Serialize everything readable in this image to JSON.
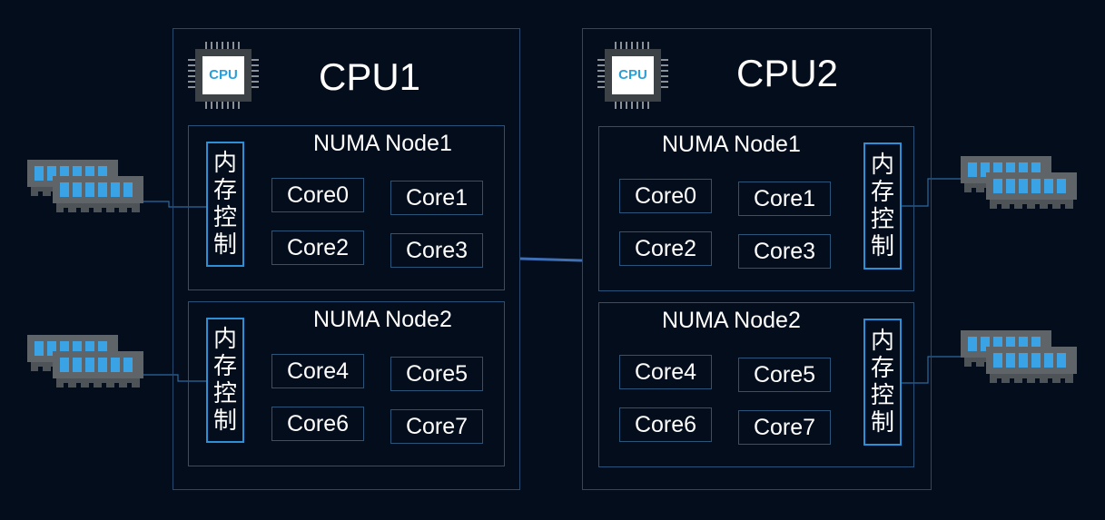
{
  "cpus": [
    {
      "title": "CPU1",
      "chip_label": "CPU",
      "nodes": [
        {
          "title": "NUMA Node1",
          "memctl": [
            "内",
            "存",
            "控",
            "制"
          ],
          "cores": [
            "Core0",
            "Core1",
            "Core2",
            "Core3"
          ]
        },
        {
          "title": "NUMA Node2",
          "memctl": [
            "内",
            "存",
            "控",
            "制"
          ],
          "cores": [
            "Core4",
            "Core5",
            "Core6",
            "Core7"
          ]
        }
      ]
    },
    {
      "title": "CPU2",
      "chip_label": "CPU",
      "nodes": [
        {
          "title": "NUMA Node1",
          "memctl": [
            "内",
            "存",
            "控",
            "制"
          ],
          "cores": [
            "Core0",
            "Core1",
            "Core2",
            "Core3"
          ]
        },
        {
          "title": "NUMA Node2",
          "memctl": [
            "内",
            "存",
            "控",
            "制"
          ],
          "cores": [
            "Core4",
            "Core5",
            "Core6",
            "Core7"
          ]
        }
      ]
    }
  ],
  "icons": {
    "chip": "cpu-chip-icon",
    "memory": "memory-module-icon"
  },
  "colors": {
    "background": "#040d1c",
    "box_border": "#27496d",
    "memctl_border": "#2d8fd6",
    "interconnect": "#3f6fb5",
    "memory_stick": "#5f6468",
    "memory_chip": "#3aa3e6"
  }
}
